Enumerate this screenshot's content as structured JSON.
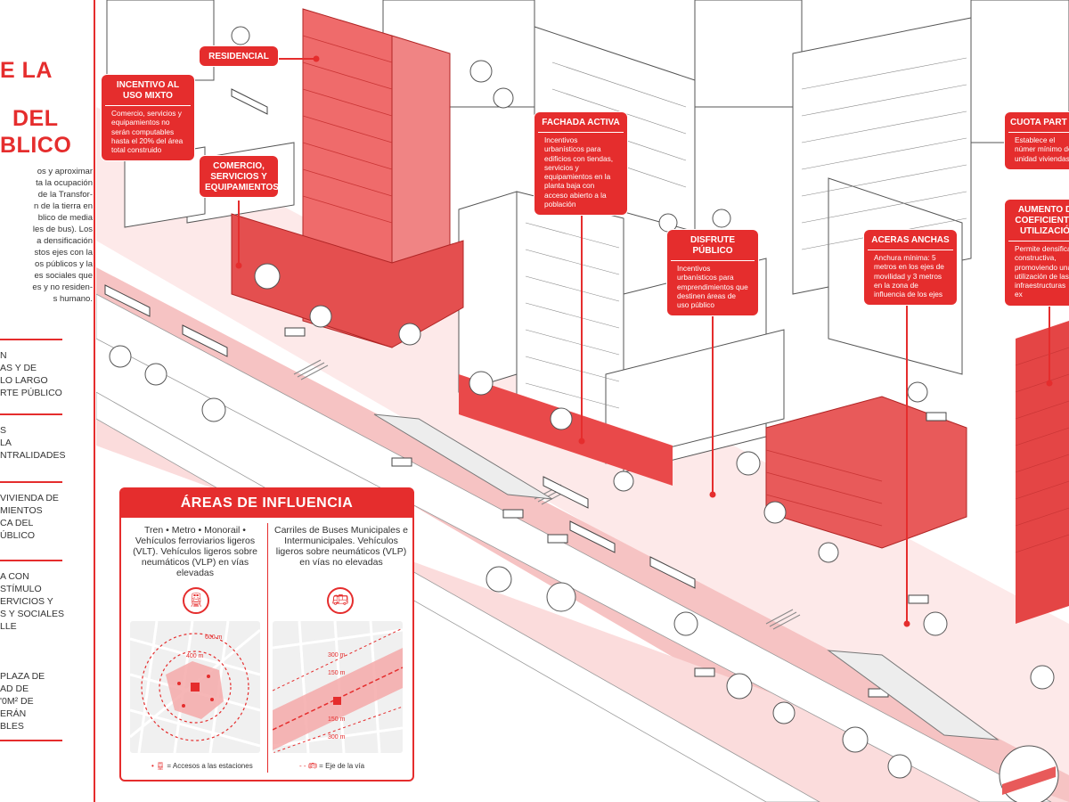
{
  "left_panel": {
    "title_lines": [
      "E LA",
      "DEL",
      "BLICO"
    ],
    "intro_lines": [
      "os y aproximar",
      "ta la ocupación",
      "de la Transfor-",
      "n de la tierra en",
      "blico de media",
      "les de bus). Los",
      "a densificación",
      "stos ejes con la",
      "os públicos y la",
      "es sociales que",
      "es y no residen-",
      "s humano."
    ],
    "sections": [
      [
        "N",
        "AS Y DE",
        "LO LARGO",
        "RTE PÚBLICO"
      ],
      [
        "S",
        "LA",
        "NTRALIDADES"
      ],
      [
        "VIVIENDA DE",
        "MIENTOS",
        "CA DEL",
        "ÚBLICO"
      ],
      [
        "A CON",
        "STÍMULO",
        "ERVICIOS Y",
        "S Y SOCIALES",
        "LLE"
      ],
      [
        "PLAZA DE",
        "AD DE",
        "'0M² DE",
        "ERÁN",
        "BLES"
      ]
    ]
  },
  "callouts": {
    "residencial": {
      "title": "RESIDENCIAL"
    },
    "incentivo": {
      "title": "INCENTIVO AL USO MIXTO",
      "body": "Comercio, servicios y equipamientos no serán computables hasta el 20% del área total construido"
    },
    "comercio": {
      "title": "COMERCIO, SERVICIOS Y EQUIPAMIENTOS"
    },
    "fachada": {
      "title": "FACHADA ACTIVA",
      "body": "Incentivos urbanísticos para edificios con tiendas, servicios y equipamientos en la planta baja con acceso abierto a la población"
    },
    "disfrute": {
      "title": "DISFRUTE PÚBLICO",
      "body": "Incentivos urbanísticos para emprendimientos que destinen áreas de uso público"
    },
    "aceras": {
      "title": "ACERAS ANCHAS",
      "body": "Anchura mínima: 5 metros en los ejes de movilidad y 3 metros en la zona de influencia de los ejes"
    },
    "cuota": {
      "title": "CUOTA PART",
      "body": "Establece el númer mínimo de unidad viviendas"
    },
    "aumento": {
      "title": "AUMENTO D COEFICIENTE UTILIZACIÓ",
      "body": "Permite densificac constructiva, promoviendo una utilización de las infraestructuras ex"
    }
  },
  "influence": {
    "title": "ÁREAS DE INFLUENCIA",
    "col1_text": "Tren • Metro • Monorail • Vehículos ferroviarios ligeros (VLT). Vehículos ligeros sobre neumáticos (VLP) en vías elevadas",
    "col2_text": "Carriles de Buses Municipales e Intermunicipales. Vehículos ligeros sobre neumáticos (VLP) en vías no elevadas",
    "icon1": "train-icon",
    "icon2": "bus-icon",
    "map1_labels": [
      "600 m",
      "400 m"
    ],
    "map2_labels": [
      "300 m",
      "150 m",
      "150 m",
      "300 m"
    ],
    "legend1": "= Accesos a las estaciones",
    "legend2": "= Eje de la vía"
  },
  "colors": {
    "accent": "#e52d2d",
    "pink": "#f7c6c6",
    "light_pink": "#fbe1e1"
  }
}
